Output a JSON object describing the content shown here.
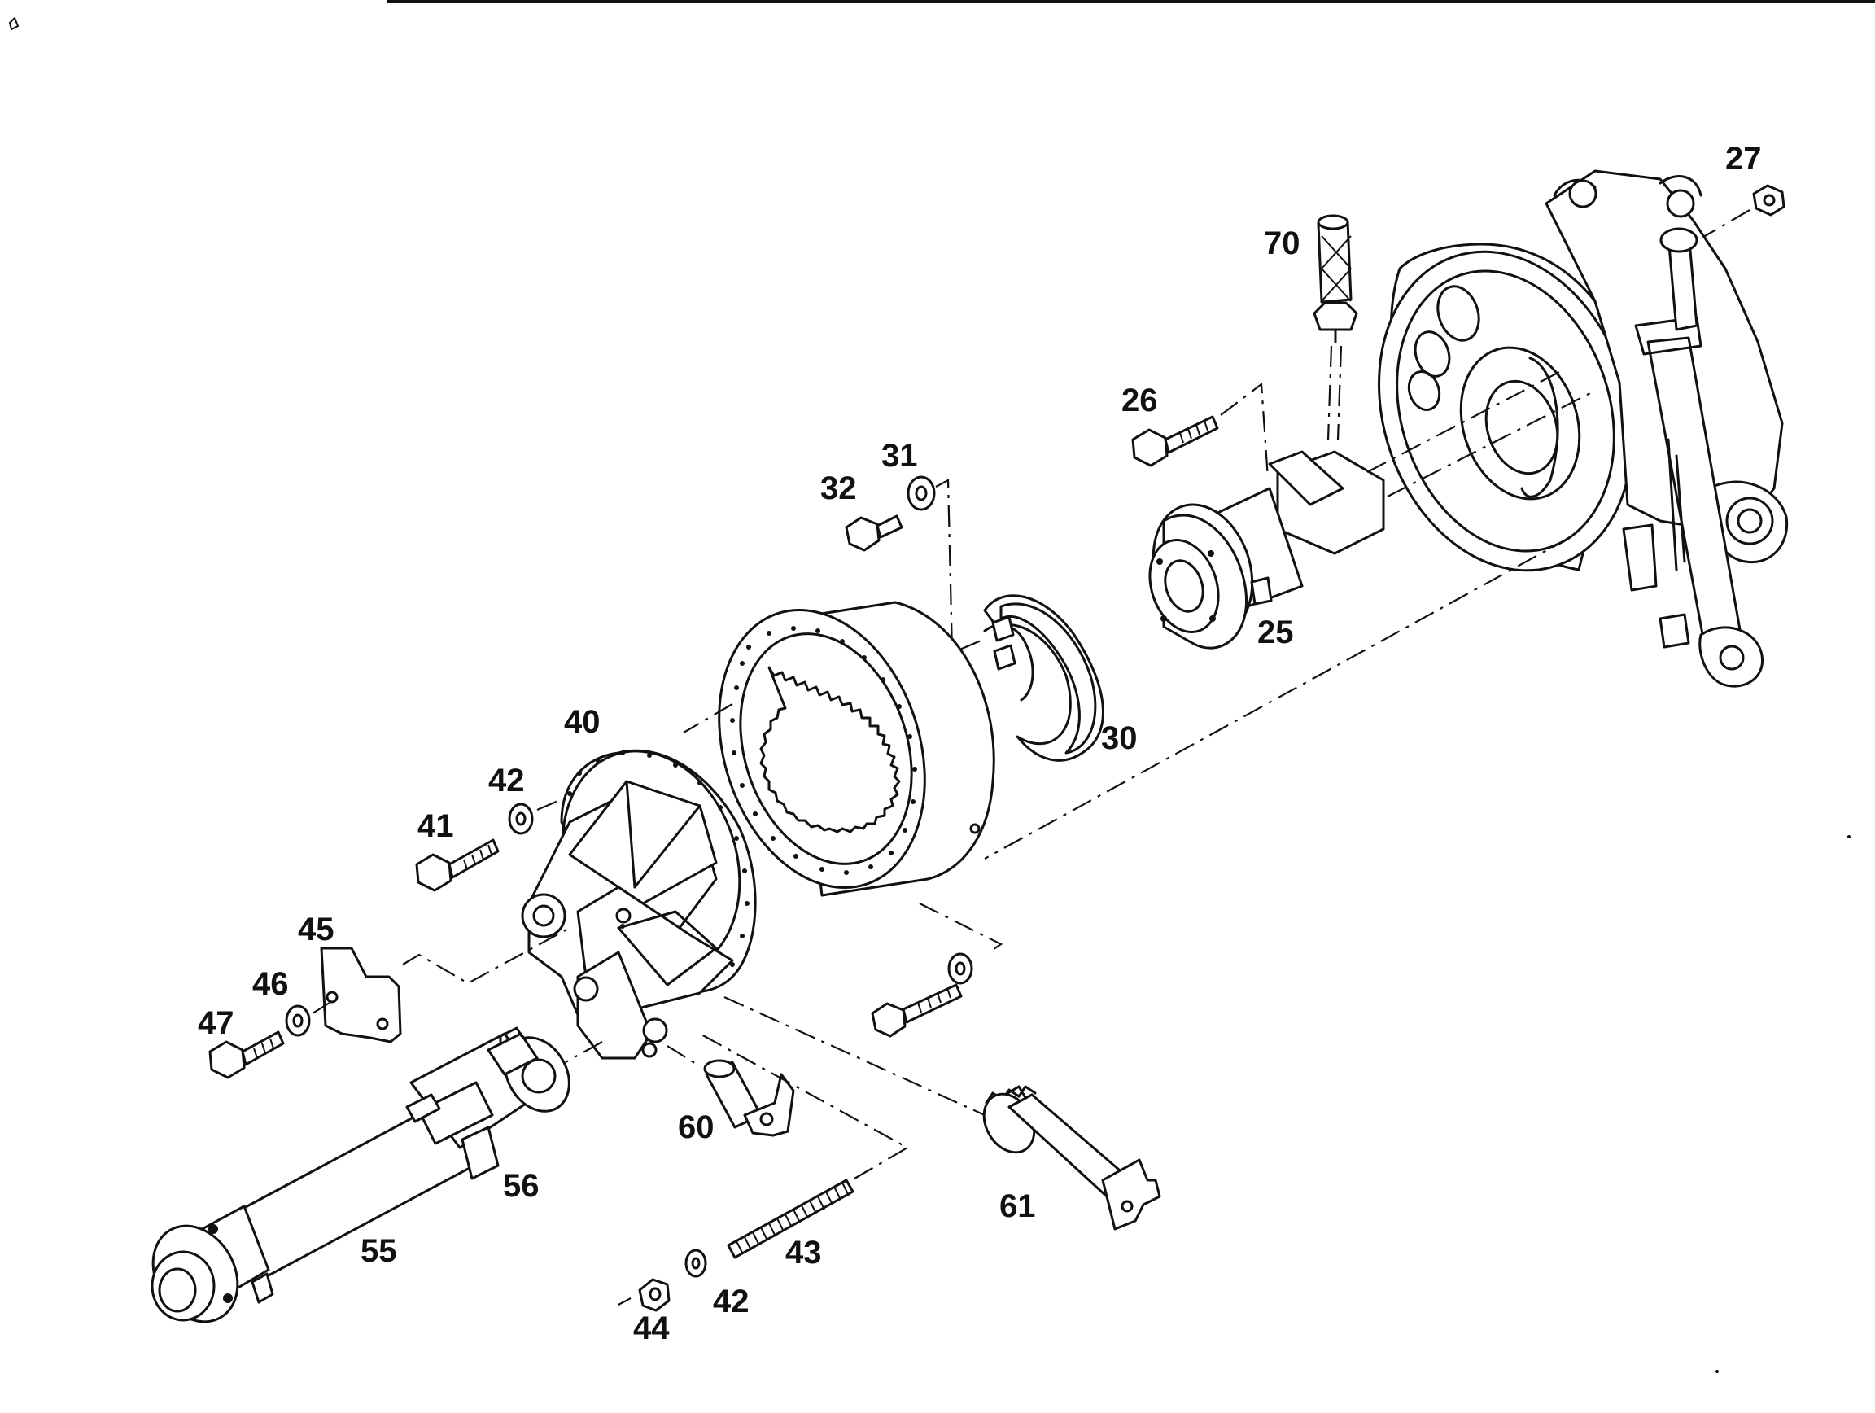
{
  "parts": [
    {
      "id": "p25",
      "label": "25"
    },
    {
      "id": "p26",
      "label": "26"
    },
    {
      "id": "p27",
      "label": "27"
    },
    {
      "id": "p30",
      "label": "30"
    },
    {
      "id": "p31",
      "label": "31"
    },
    {
      "id": "p32",
      "label": "32"
    },
    {
      "id": "p40",
      "label": "40"
    },
    {
      "id": "p41",
      "label": "41"
    },
    {
      "id": "p42a",
      "label": "42"
    },
    {
      "id": "p42b",
      "label": "42"
    },
    {
      "id": "p43",
      "label": "43"
    },
    {
      "id": "p44",
      "label": "44"
    },
    {
      "id": "p45",
      "label": "45"
    },
    {
      "id": "p46",
      "label": "46"
    },
    {
      "id": "p47",
      "label": "47"
    },
    {
      "id": "p55",
      "label": "55"
    },
    {
      "id": "p56",
      "label": "56"
    },
    {
      "id": "p60",
      "label": "60"
    },
    {
      "id": "p61",
      "label": "61"
    },
    {
      "id": "p70",
      "label": "70"
    }
  ]
}
